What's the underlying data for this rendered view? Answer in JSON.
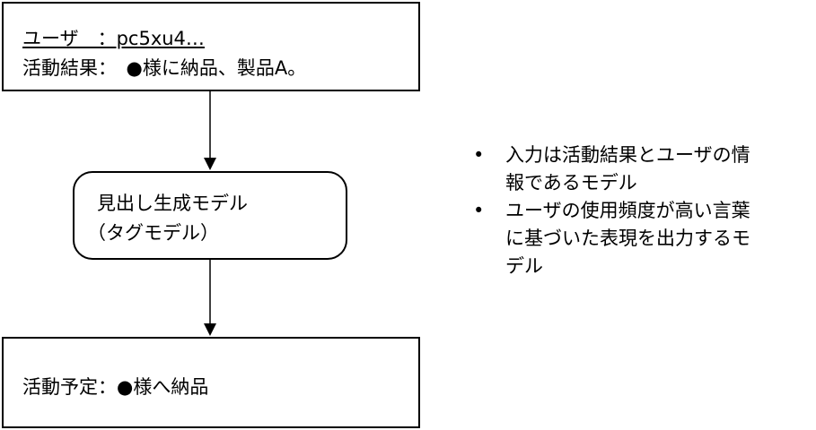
{
  "top_box": {
    "user_line": "ユーザ　：pc5xu4…",
    "result_line": "活動結果：　●様に納品、製品A。"
  },
  "middle_box": {
    "line1": "見出し生成モデル",
    "line2": "（タグモデル）"
  },
  "bottom_box": {
    "line": "活動予定：●様へ納品"
  },
  "notes": [
    {
      "bullet": "•",
      "line1": "入力は活動結果とユーザの情",
      "line2": "報であるモデル",
      "line3": ""
    },
    {
      "bullet": "•",
      "line1": "ユーザの使用頻度が高い言葉",
      "line2": "に基づいた表現を出力するモ",
      "line3": "デル"
    }
  ]
}
